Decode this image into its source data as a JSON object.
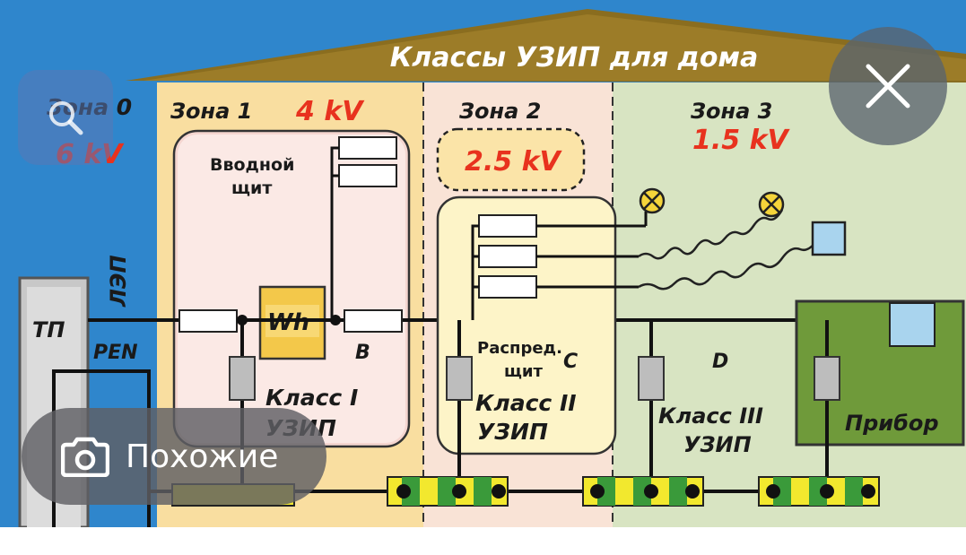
{
  "diagram": {
    "title": "Классы УЗИП для дома",
    "zones": [
      {
        "label": "Зона 0",
        "voltage": "6 kV"
      },
      {
        "label": "Зона 1",
        "voltage": "4 kV"
      },
      {
        "label": "Зона 2",
        "voltage": "2.5 kV"
      },
      {
        "label": "Зона 3",
        "voltage": "1.5 kV"
      }
    ],
    "labels": {
      "tp": "ТП",
      "lep": "ЛЭП",
      "pen": "PEN",
      "input_panel_1": "Вводной",
      "input_panel_2": "щит",
      "meter": "Wh",
      "point_b": "B",
      "point_c": "C",
      "point_d": "D",
      "dist_panel_1": "Распред.",
      "dist_panel_2": "щит",
      "class1_1": "Класс I",
      "class1_2": "УЗИП",
      "class2_1": "Класс II",
      "class2_2": "УЗИП",
      "class3_1": "Класс III",
      "class3_2": "УЗИП",
      "device": "Прибор"
    },
    "colors": {
      "sky": "#2f86cc",
      "roof": "#8a6d1f",
      "zone1": "#f9dea0",
      "zone2": "#f9e3d6",
      "zone3": "#d8e4c2",
      "voltage_red": "#e8321e",
      "device_green": "#6f9a3a"
    }
  },
  "overlay": {
    "lens_icon": "lens-search-icon",
    "close_icon": "close-icon",
    "similar_icon": "camera-lens-icon",
    "similar_label": "Похожие"
  }
}
